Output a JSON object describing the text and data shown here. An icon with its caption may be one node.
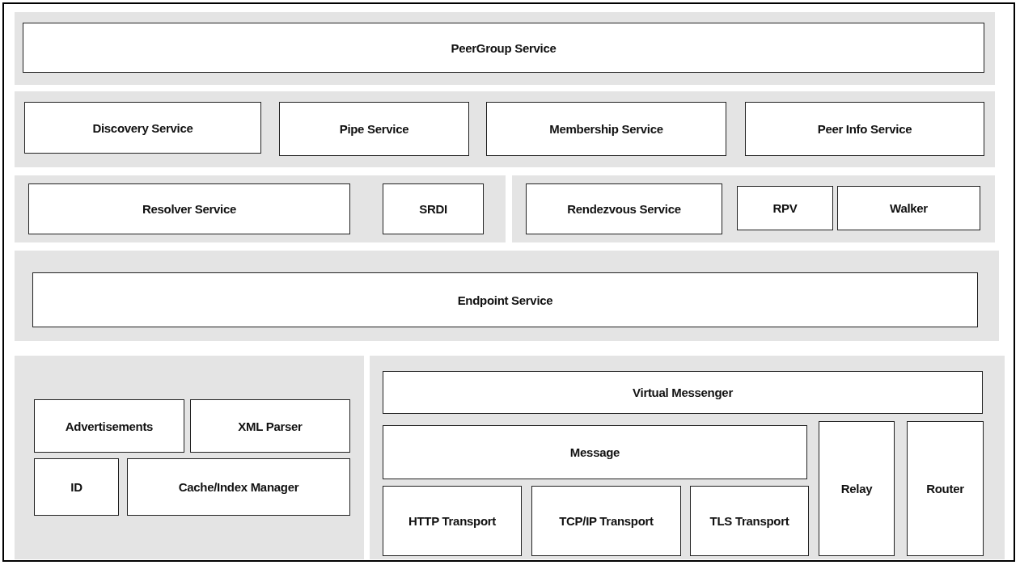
{
  "diagram": {
    "nodes": [
      {
        "text": [],
        "shape": "box"
      },
      {
        "text": [
          "PeerGroup Service"
        ],
        "in": 0
      },
      {
        "text": [],
        "shape": "box"
      },
      {
        "text": [
          "Discovery Service"
        ],
        "in": 2
      },
      {
        "text": [
          "Pipe Service"
        ],
        "in": 2
      },
      {
        "text": [
          "Membership Service"
        ],
        "in": 2
      },
      {
        "text": [
          "Peer Info Service"
        ],
        "in": 2
      },
      {
        "text": [],
        "shape": "box"
      },
      {
        "text": [
          "Resolver Service"
        ],
        "in": 7
      },
      {
        "text": [
          "SRDI"
        ],
        "in": 7
      },
      {
        "text": [],
        "shape": "box"
      },
      {
        "text": [
          "Rendezvous Service"
        ],
        "in": 10
      },
      {
        "text": [
          "RPV"
        ],
        "in": 10
      },
      {
        "text": [
          "Walker"
        ],
        "in": 10
      },
      {
        "text": [],
        "shape": "box"
      },
      {
        "text": [
          "Endpoint Service"
        ],
        "in": 14
      },
      {
        "text": [],
        "shape": "box"
      },
      {
        "text": [
          "Advertisements"
        ],
        "in": 16
      },
      {
        "text": [
          "XML Parser"
        ],
        "in": 16
      },
      {
        "text": [
          "ID"
        ],
        "in": 16
      },
      {
        "text": [
          "Cache/Index Manager"
        ],
        "in": 16
      },
      {
        "text": [],
        "shape": "box"
      },
      {
        "text": [
          "Virtual Messenger"
        ],
        "in": 21
      },
      {
        "text": [
          "Message"
        ],
        "in": 21
      },
      {
        "text": [
          "HTTP Transport"
        ],
        "in": 21
      },
      {
        "text": [
          "TCP/IP Transport"
        ],
        "in": 21
      },
      {
        "text": [
          "TLS Transport"
        ],
        "in": 21
      },
      {
        "text": [
          "Relay"
        ],
        "in": 21
      },
      {
        "text": [
          "Router"
        ],
        "in": 21
      }
    ]
  }
}
